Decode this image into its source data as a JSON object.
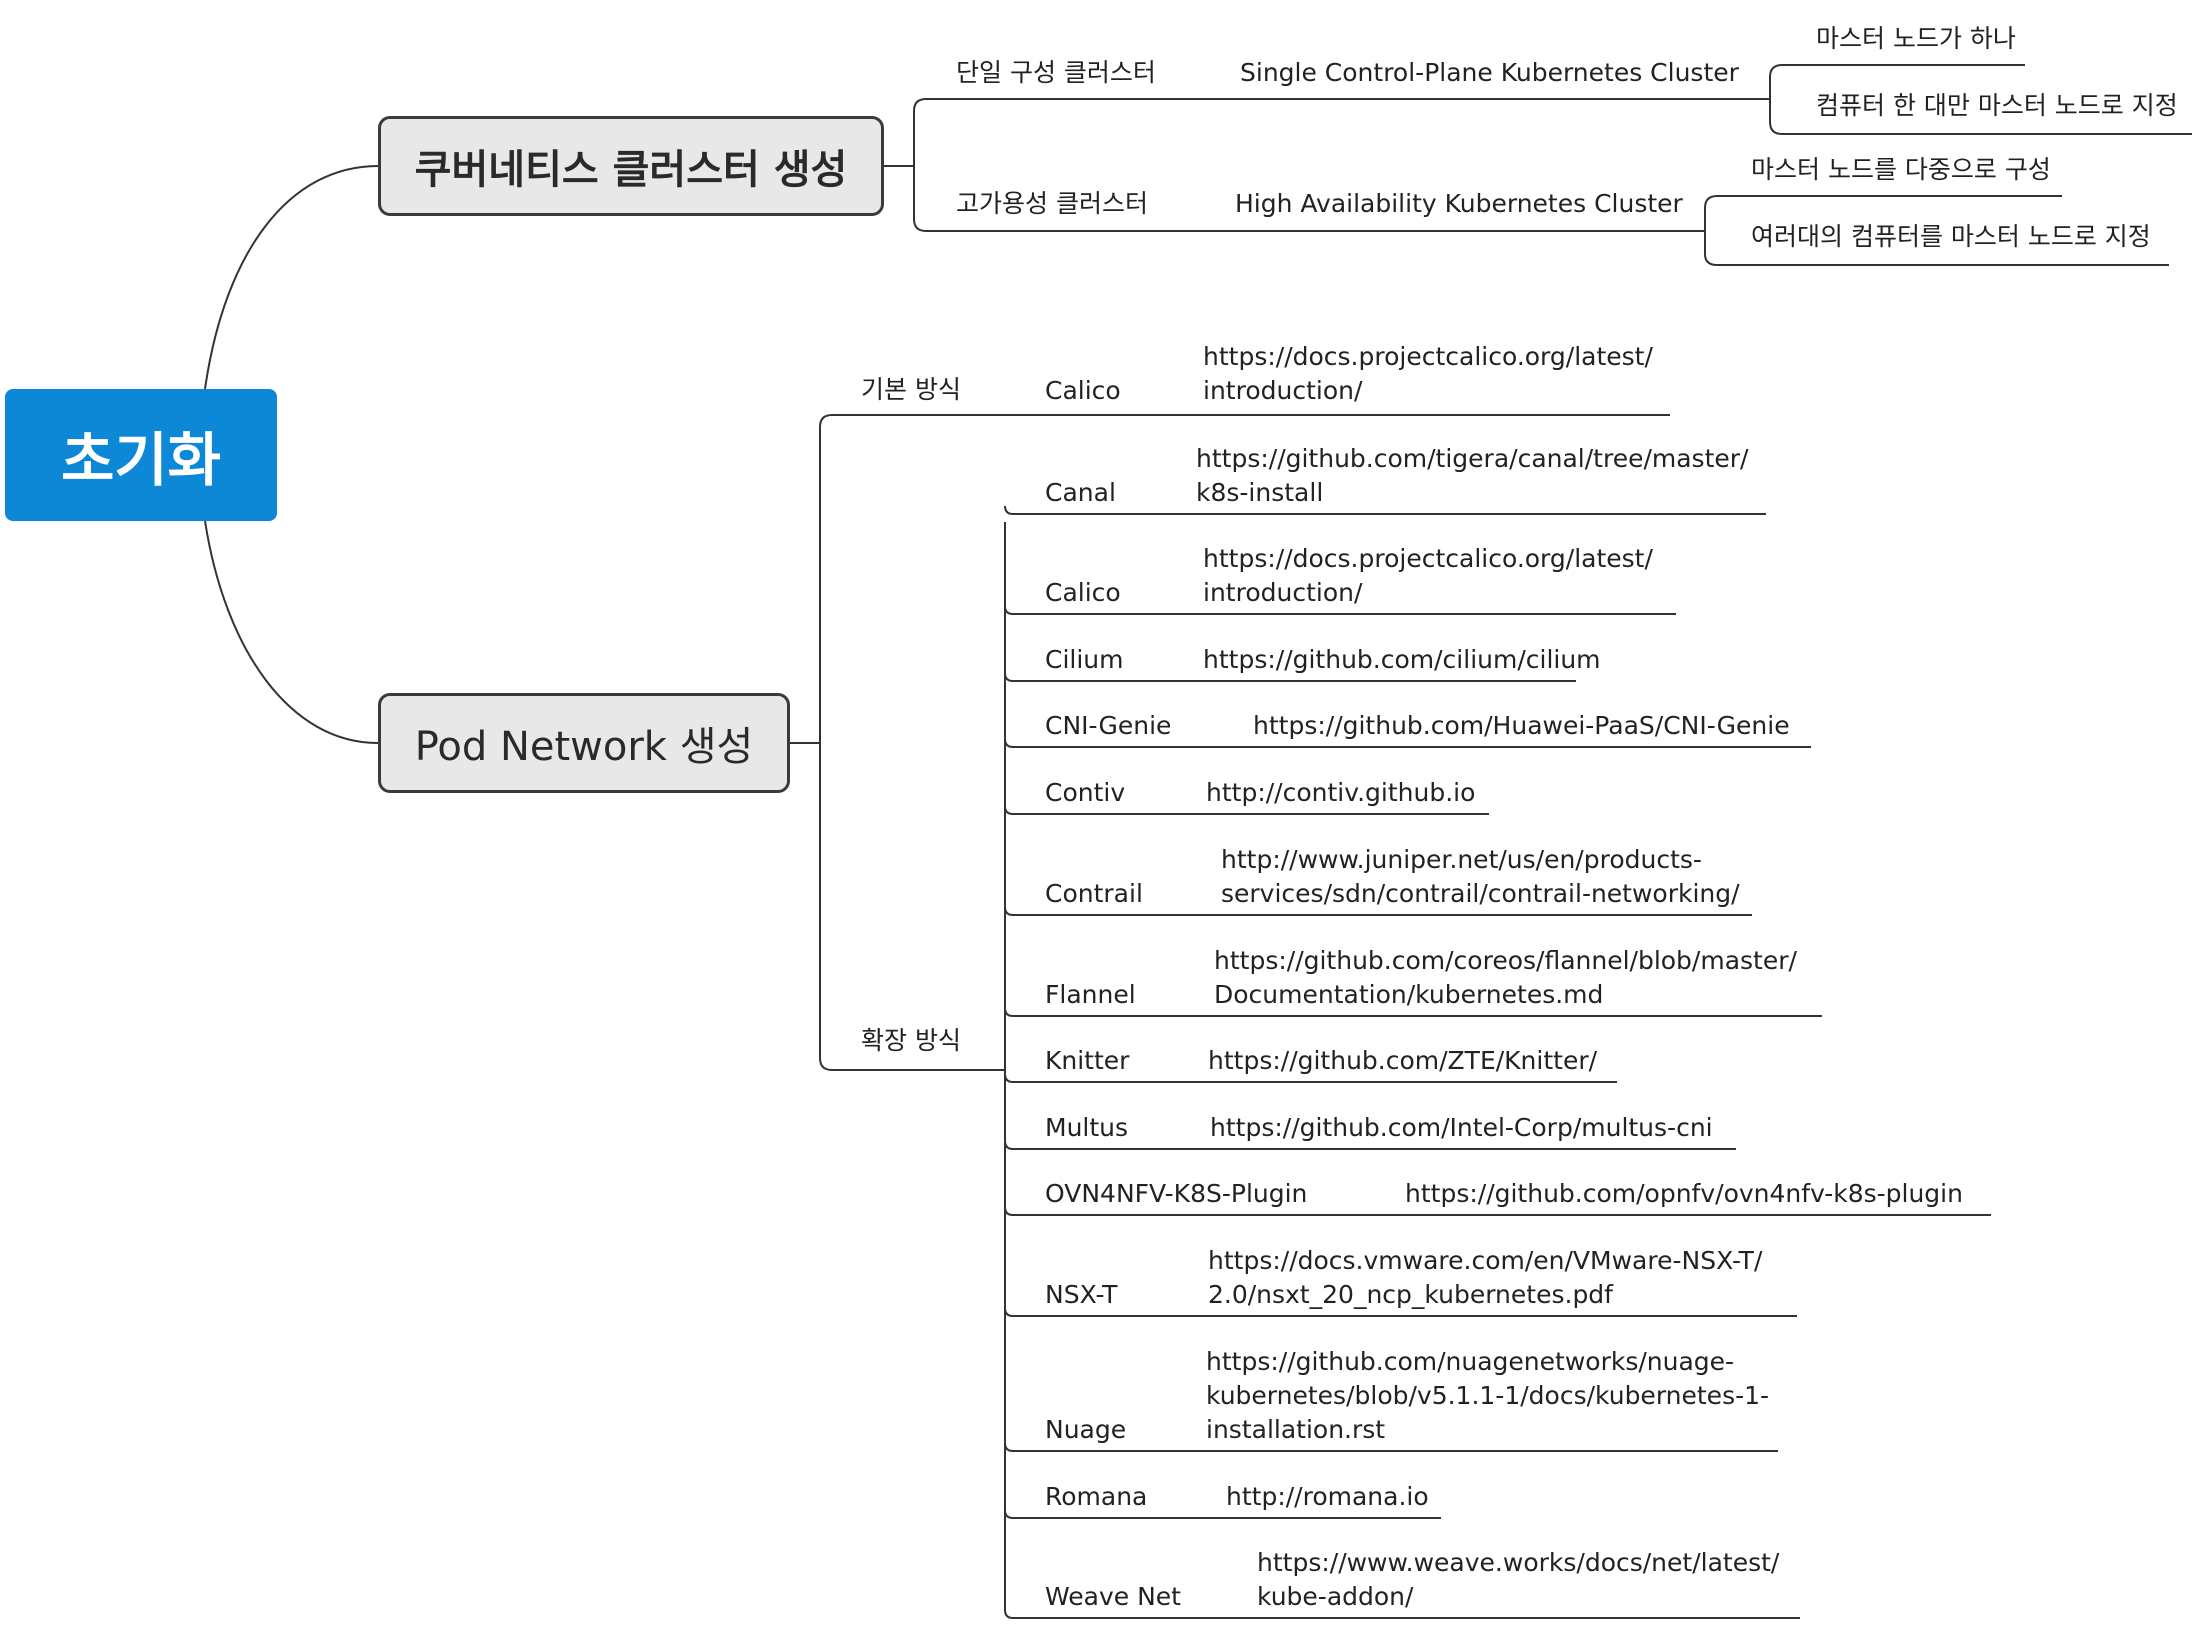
{
  "root": {
    "label": "초기화"
  },
  "cluster": {
    "label": "쿠버네티스 클러스터 생성",
    "single": {
      "label": "단일 구성 클러스터",
      "name": "Single Control-Plane Kubernetes Cluster",
      "notes": [
        "마스터 노드가 하나",
        "컴퓨터 한 대만 마스터 노드로 지정"
      ]
    },
    "ha": {
      "label": "고가용성 클러스터",
      "name": "High Availability Kubernetes Cluster",
      "notes": [
        "마스터 노드를 다중으로 구성",
        "여러대의 컴퓨터를 마스터 노드로 지정"
      ]
    }
  },
  "pod": {
    "label": "Pod Network 생성",
    "basic": {
      "label": "기본 방식",
      "plugin": "Calico",
      "url": [
        "https://docs.projectcalico.org/latest/",
        "introduction/"
      ]
    },
    "ext": {
      "label": "확장 방식",
      "plugins": [
        {
          "name": "Canal",
          "url": [
            "https://github.com/tigera/canal/tree/master/",
            "k8s-install"
          ]
        },
        {
          "name": "Calico",
          "url": [
            "https://docs.projectcalico.org/latest/",
            "introduction/"
          ]
        },
        {
          "name": "Cilium",
          "url": [
            "https://github.com/cilium/cilium"
          ]
        },
        {
          "name": "CNI-Genie",
          "url": [
            "https://github.com/Huawei-PaaS/CNI-Genie"
          ]
        },
        {
          "name": "Contiv",
          "url": [
            "http://contiv.github.io"
          ]
        },
        {
          "name": "Contrail",
          "url": [
            "http://www.juniper.net/us/en/products-",
            "services/sdn/contrail/contrail-networking/"
          ]
        },
        {
          "name": "Flannel",
          "url": [
            "https://github.com/coreos/flannel/blob/master/",
            "Documentation/kubernetes.md"
          ]
        },
        {
          "name": "Knitter",
          "url": [
            "https://github.com/ZTE/Knitter/"
          ]
        },
        {
          "name": "Multus",
          "url": [
            "https://github.com/Intel-Corp/multus-cni"
          ]
        },
        {
          "name": "OVN4NFV-K8S-Plugin",
          "url": [
            "https://github.com/opnfv/ovn4nfv-k8s-plugin"
          ]
        },
        {
          "name": "NSX-T",
          "url": [
            "https://docs.vmware.com/en/VMware-NSX-T/",
            "2.0/nsxt_20_ncp_kubernetes.pdf"
          ]
        },
        {
          "name": "Nuage",
          "url": [
            "https://github.com/nuagenetworks/nuage-",
            "kubernetes/blob/v5.1.1-1/docs/kubernetes-1-",
            "installation.rst"
          ]
        },
        {
          "name": "Romana",
          "url": [
            "http://romana.io"
          ]
        },
        {
          "name": "Weave Net",
          "url": [
            "https://www.weave.works/docs/net/latest/",
            "kube-addon/"
          ]
        }
      ]
    }
  }
}
